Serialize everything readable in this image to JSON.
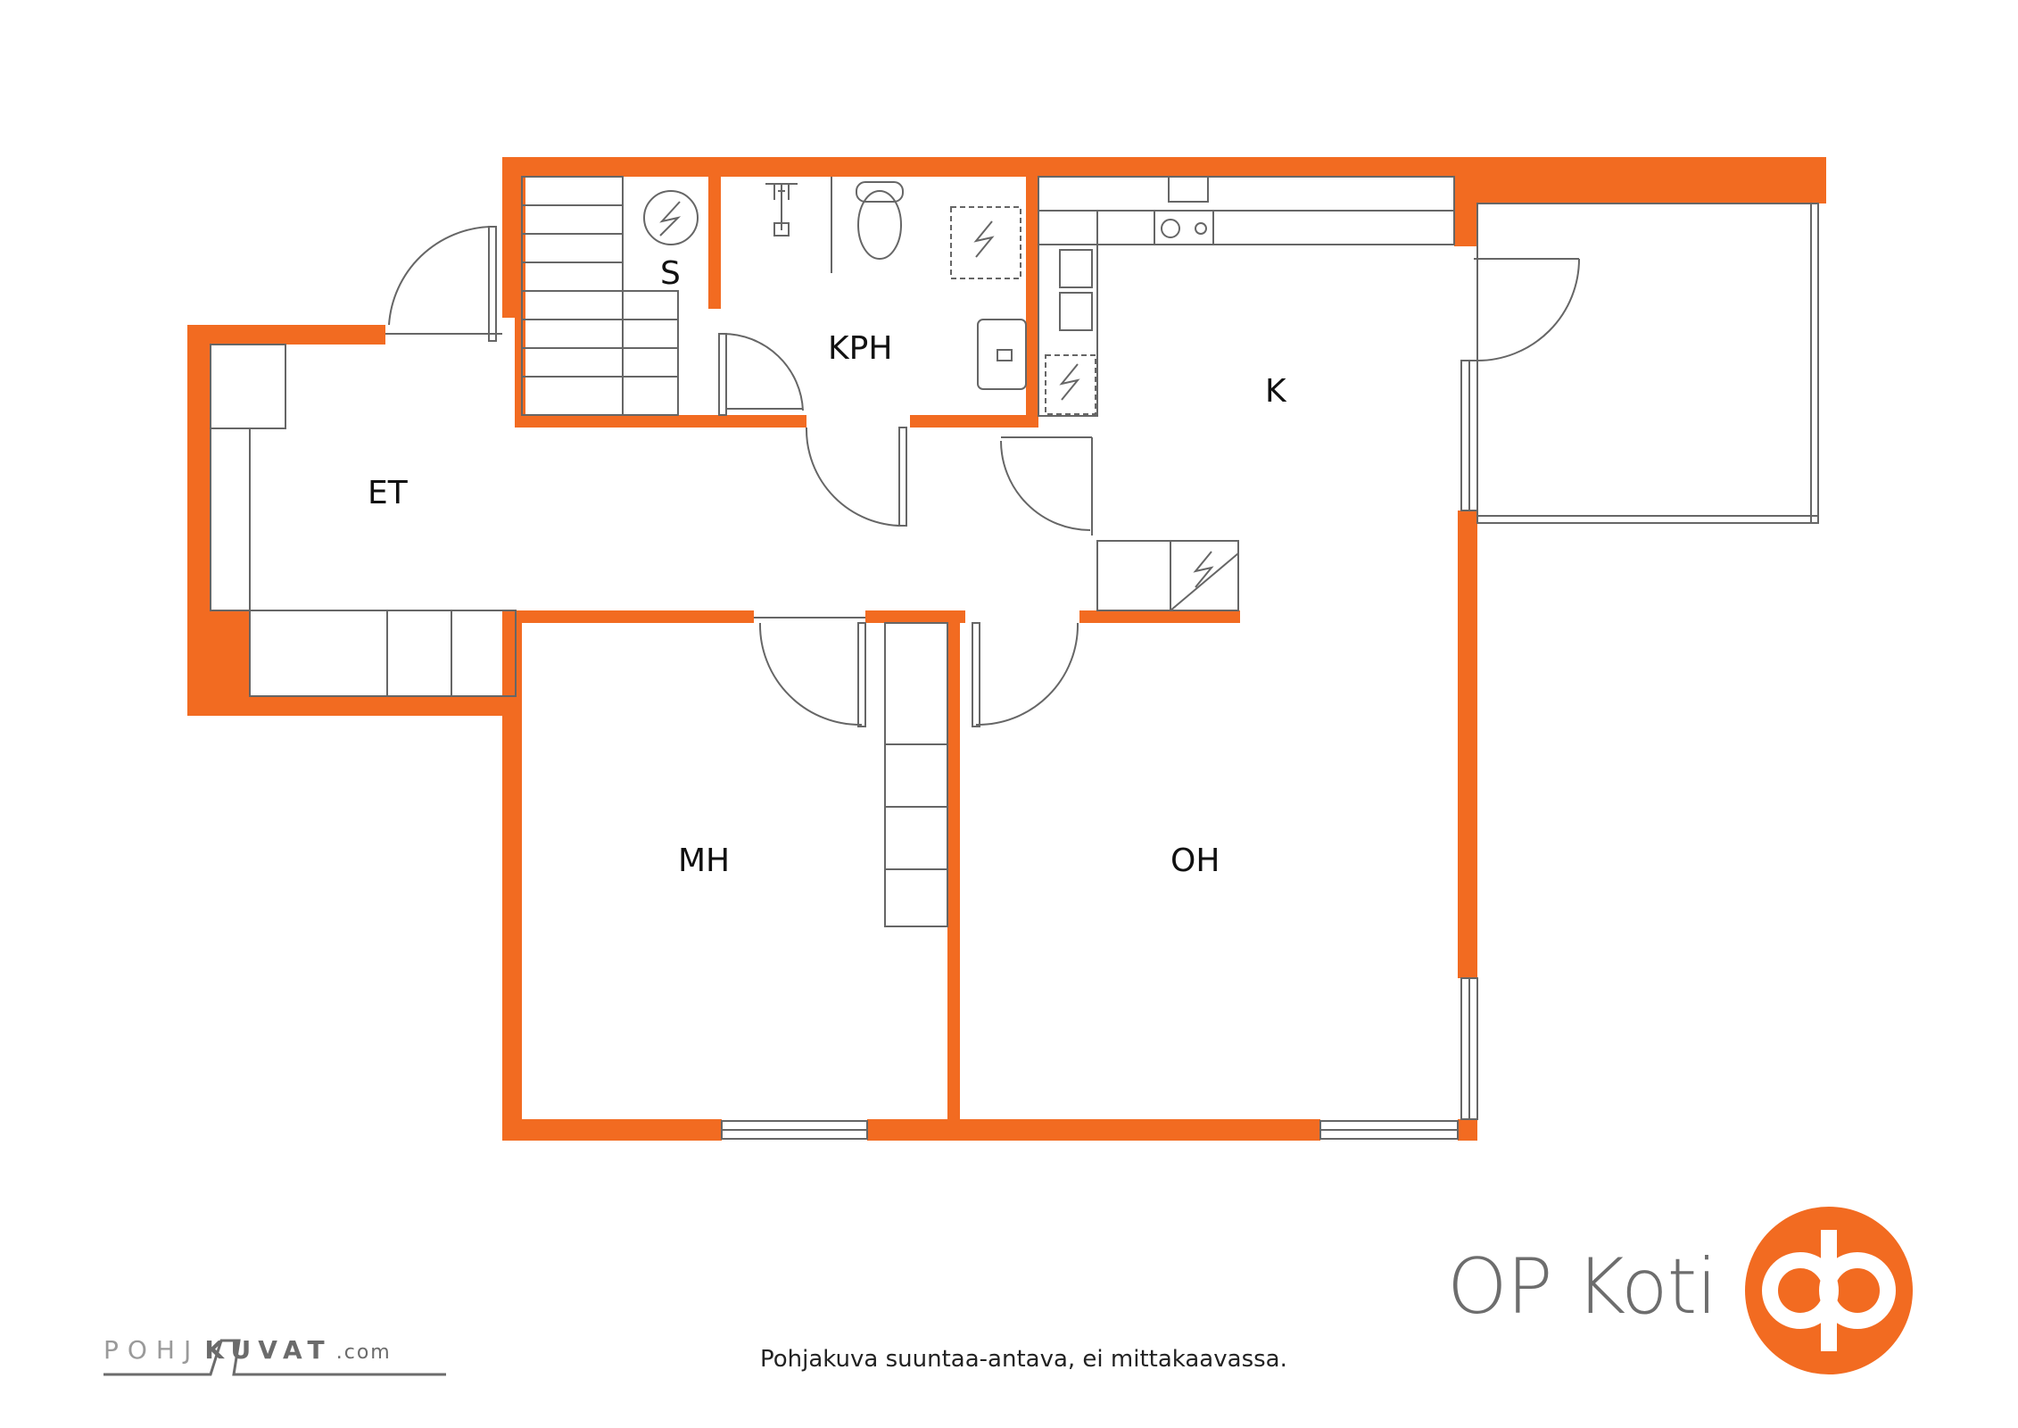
{
  "colors": {
    "wall": "#f26b21",
    "line": "#666666",
    "brand_grey": "#6d6d6d"
  },
  "rooms": {
    "et": "ET",
    "s": "S",
    "kph": "KPH",
    "k": "K",
    "mh": "MH",
    "oh": "OH"
  },
  "footer": {
    "note": "Pohjakuva suuntaa-antava, ei mittakaavassa.",
    "brand": "OP Koti",
    "watermark_left": "POHJ",
    "watermark_right": "KUVAT",
    "watermark_tld": ".com"
  }
}
